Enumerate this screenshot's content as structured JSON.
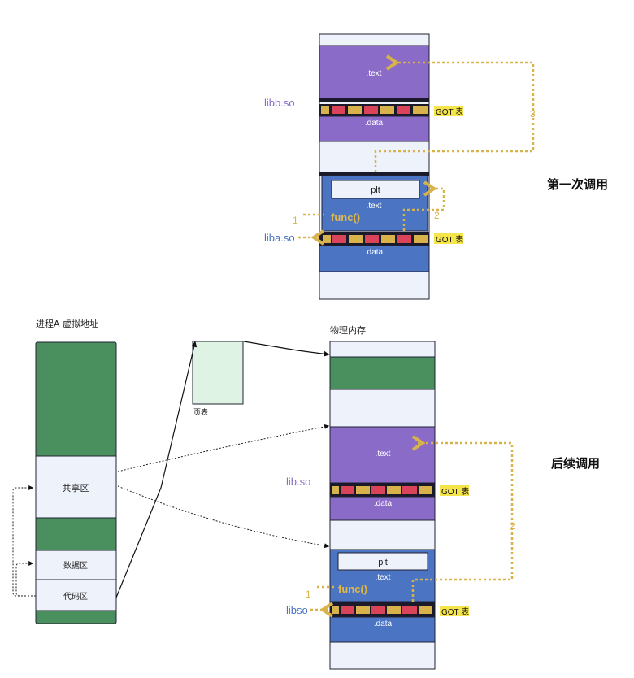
{
  "top_diagram": {
    "title": "第一次调用",
    "libb_label": "libb.so",
    "liba_label": "liba.so",
    "text_label": ".text",
    "data_label": ".data",
    "got_label": "GOT 表",
    "plt_label": "plt",
    "func_label": "func()",
    "step1": "1",
    "step2": "2",
    "step3": "3"
  },
  "bottom_diagram": {
    "title": "后续调用",
    "virtual_title": "进程A 虚拟地址",
    "physical_title": "物理内存",
    "page_table_label": "页表",
    "shared_label": "共享区",
    "data_area_label": "数据区",
    "code_area_label": "代码区",
    "libso_label": "lib.so",
    "libso2_label": "libso",
    "text_label": ".text",
    "data_label": ".data",
    "got_label": "GOT 表",
    "plt_label": "plt",
    "func_label": "func()",
    "step1": "1",
    "step2": "2"
  },
  "colors": {
    "purple": "#8a6bc8",
    "blue": "#4b74c3",
    "green": "#4a8f5e",
    "light": "#eef3fb",
    "got_red": "#d9445a",
    "got_gold": "#d8b24a",
    "arrow_gold": "#d8b24a",
    "page_table": "#dff3e4"
  }
}
